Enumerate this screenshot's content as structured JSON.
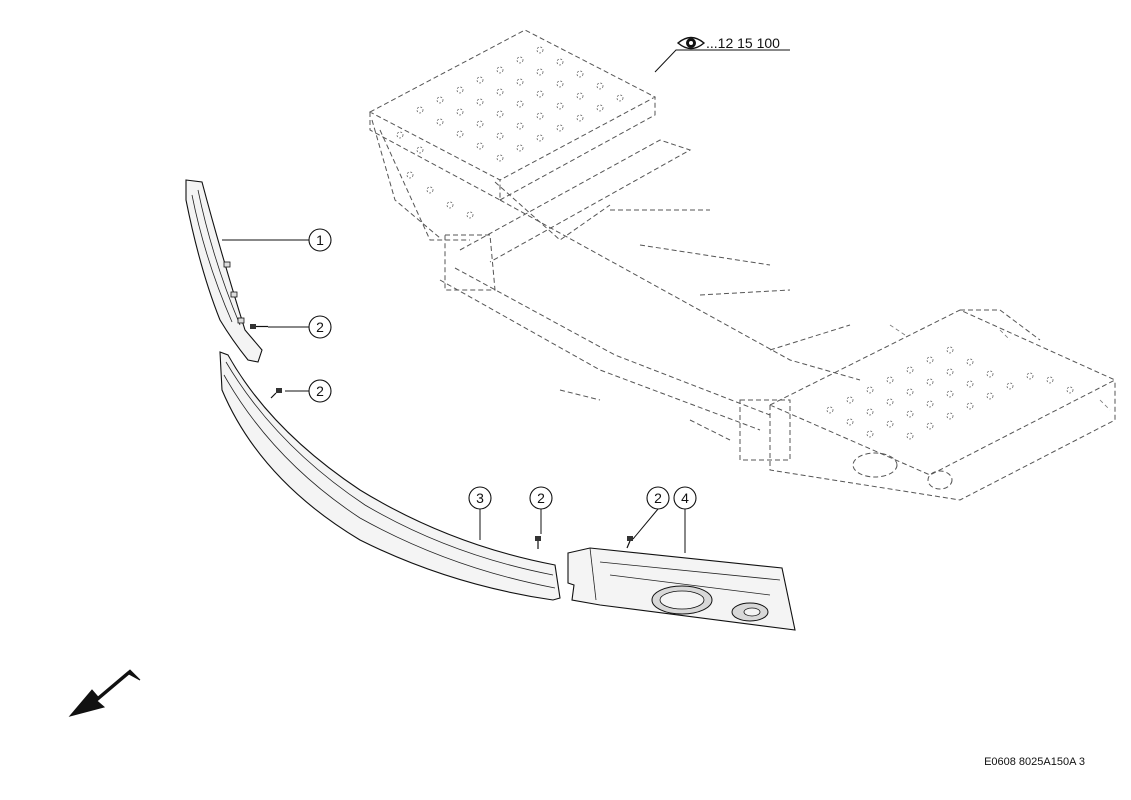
{
  "reference": {
    "text": "...12 15 100",
    "icon": "eye-icon"
  },
  "callouts": [
    {
      "number": "1",
      "part": "upper-trim-panel"
    },
    {
      "number": "2",
      "part": "screw"
    },
    {
      "number": "2",
      "part": "screw"
    },
    {
      "number": "3",
      "part": "curved-trim-panel"
    },
    {
      "number": "2",
      "part": "screw"
    },
    {
      "number": "2",
      "part": "screw"
    },
    {
      "number": "4",
      "part": "end-trim-panel"
    }
  ],
  "direction_icon": "arrow-forward-icon",
  "drawing_code": "E0608 8025A150A 3"
}
